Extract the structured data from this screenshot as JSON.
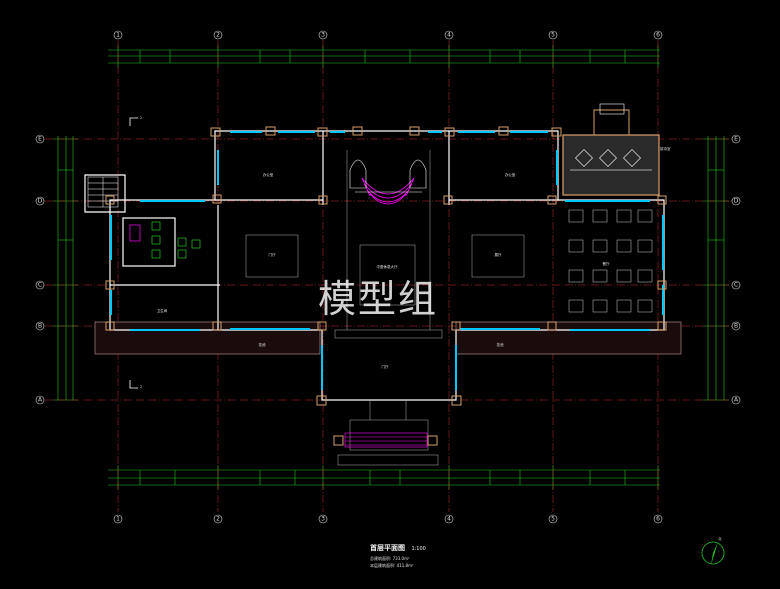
{
  "drawing": {
    "title": "首层平面图",
    "scale": "1:100",
    "area_note_1": "总建筑面积: 733.0m²",
    "area_note_2": "本层建筑面积: 411.8m²"
  },
  "watermark": "模型组",
  "grid": {
    "columns": [
      "1",
      "2",
      "3",
      "4",
      "5",
      "6"
    ],
    "rows": [
      "E",
      "D",
      "C",
      "B",
      "A"
    ]
  },
  "rooms": {
    "office_left": "办公室",
    "office_right": "办公室",
    "hall_left": "门厅",
    "hall_center": "中庭休息大厅",
    "hall_right": "展厅",
    "lobby": "门厅",
    "dining": "餐厅",
    "reception": "接待室",
    "garden_left": "花池",
    "garden_right": "花池",
    "toilet": "卫生间"
  },
  "marks": {
    "section": "2",
    "stair": "楼梯",
    "north": "北"
  },
  "colors": {
    "axis": "#c83232",
    "dimension": "#22c822",
    "wall": "#ffffff",
    "column": "#d9a06a",
    "window": "#00c8ff",
    "stage": "#ff00ff"
  }
}
